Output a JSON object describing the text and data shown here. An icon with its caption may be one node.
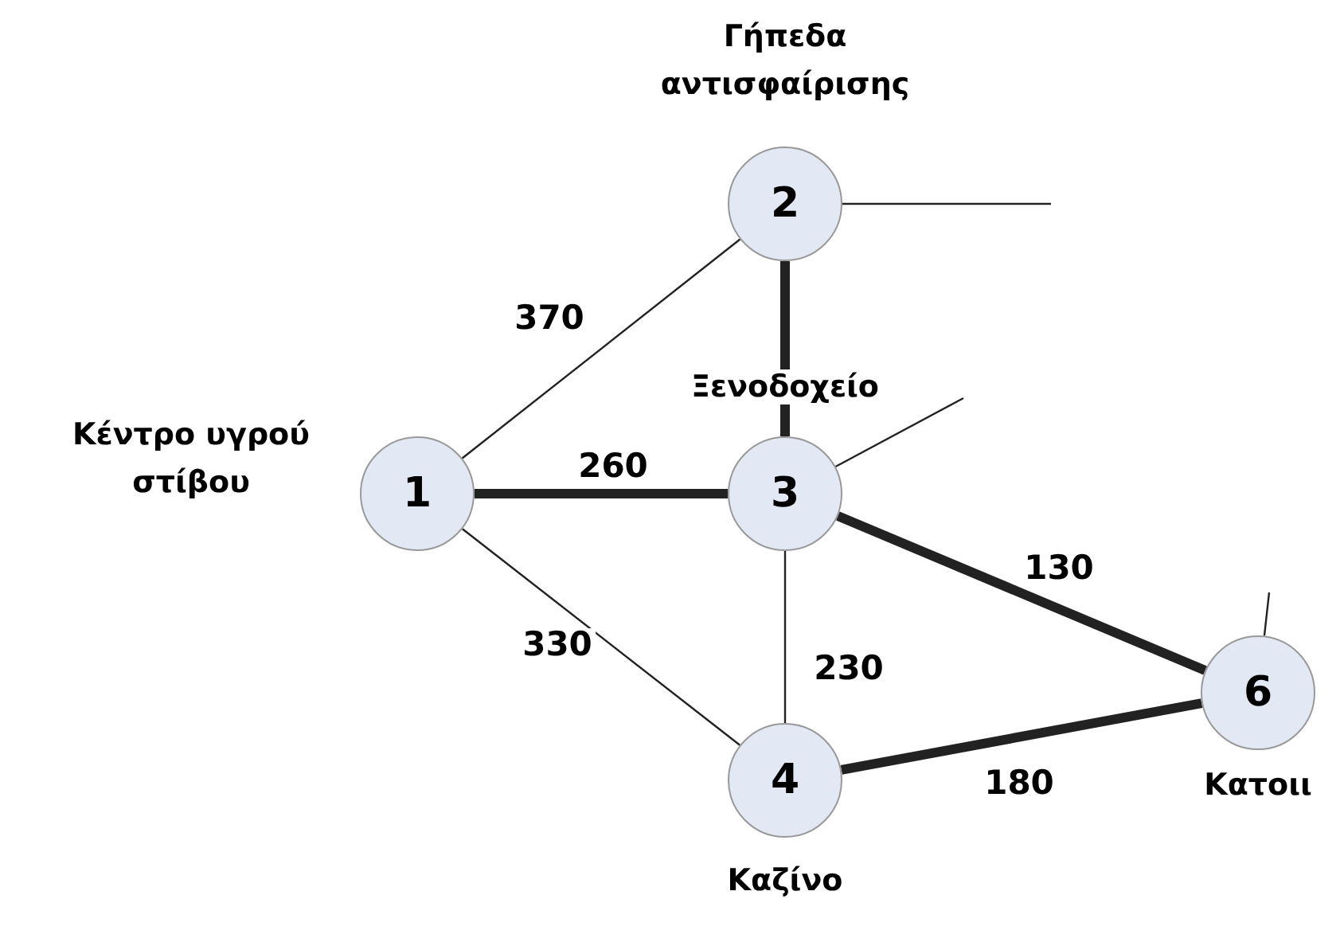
{
  "diagram": {
    "nodes": [
      {
        "text": [
          "1"
        ],
        "beside": [
          "Κέντρο υγρού στίβου"
        ]
      },
      {
        "text": [
          "2"
        ],
        "beside": [
          "Γήπεδα αντισφαίρισης"
        ]
      },
      {
        "text": [
          "3"
        ],
        "beside": [
          "Ξενοδοχείο"
        ]
      },
      {
        "text": [
          "4"
        ],
        "beside": [
          "Καζίνο"
        ]
      },
      {
        "text": [
          "6"
        ],
        "beside": [
          "Κατοιι"
        ]
      }
    ],
    "edges": [
      {
        "from": 0,
        "to": 1,
        "arrow": "none",
        "label": "370"
      },
      {
        "from": 0,
        "to": 2,
        "arrow": "none",
        "label": "260",
        "style": "thick"
      },
      {
        "from": 0,
        "to": 3,
        "arrow": "none",
        "label": "330"
      },
      {
        "from": 1,
        "to": 2,
        "arrow": "none",
        "style": "thick"
      },
      {
        "from": 2,
        "to": 3,
        "arrow": "none",
        "label": "230"
      },
      {
        "from": 2,
        "to": 4,
        "arrow": "none",
        "label": "130",
        "style": "thick"
      },
      {
        "from": 3,
        "to": 4,
        "arrow": "none",
        "label": "180",
        "style": "thick"
      },
      {
        "from": 1,
        "to": null,
        "arrow": "none"
      },
      {
        "from": 2,
        "to": null,
        "arrow": "none"
      },
      {
        "from": 4,
        "to": null,
        "arrow": "none"
      }
    ]
  }
}
